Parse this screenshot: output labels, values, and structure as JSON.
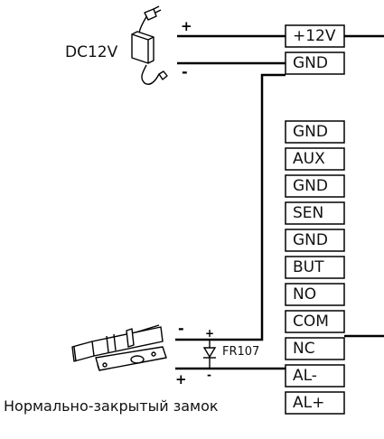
{
  "power": {
    "label": "DC12V",
    "plus": "+",
    "minus": "-"
  },
  "terminals_top": [
    "+12V",
    "GND"
  ],
  "terminals_main": [
    "GND",
    "AUX",
    "GND",
    "SEN",
    "GND",
    "BUT",
    "NO",
    "COM",
    "NC",
    "AL-",
    "AL+"
  ],
  "diode": {
    "label": "FR107",
    "plus": "+",
    "minus": "-"
  },
  "lock": {
    "label": "Нормально-закрытый замок",
    "minus": "-",
    "plus": "+"
  },
  "colors": {
    "line": "#000000",
    "text": "#111111",
    "background": "#ffffff"
  }
}
